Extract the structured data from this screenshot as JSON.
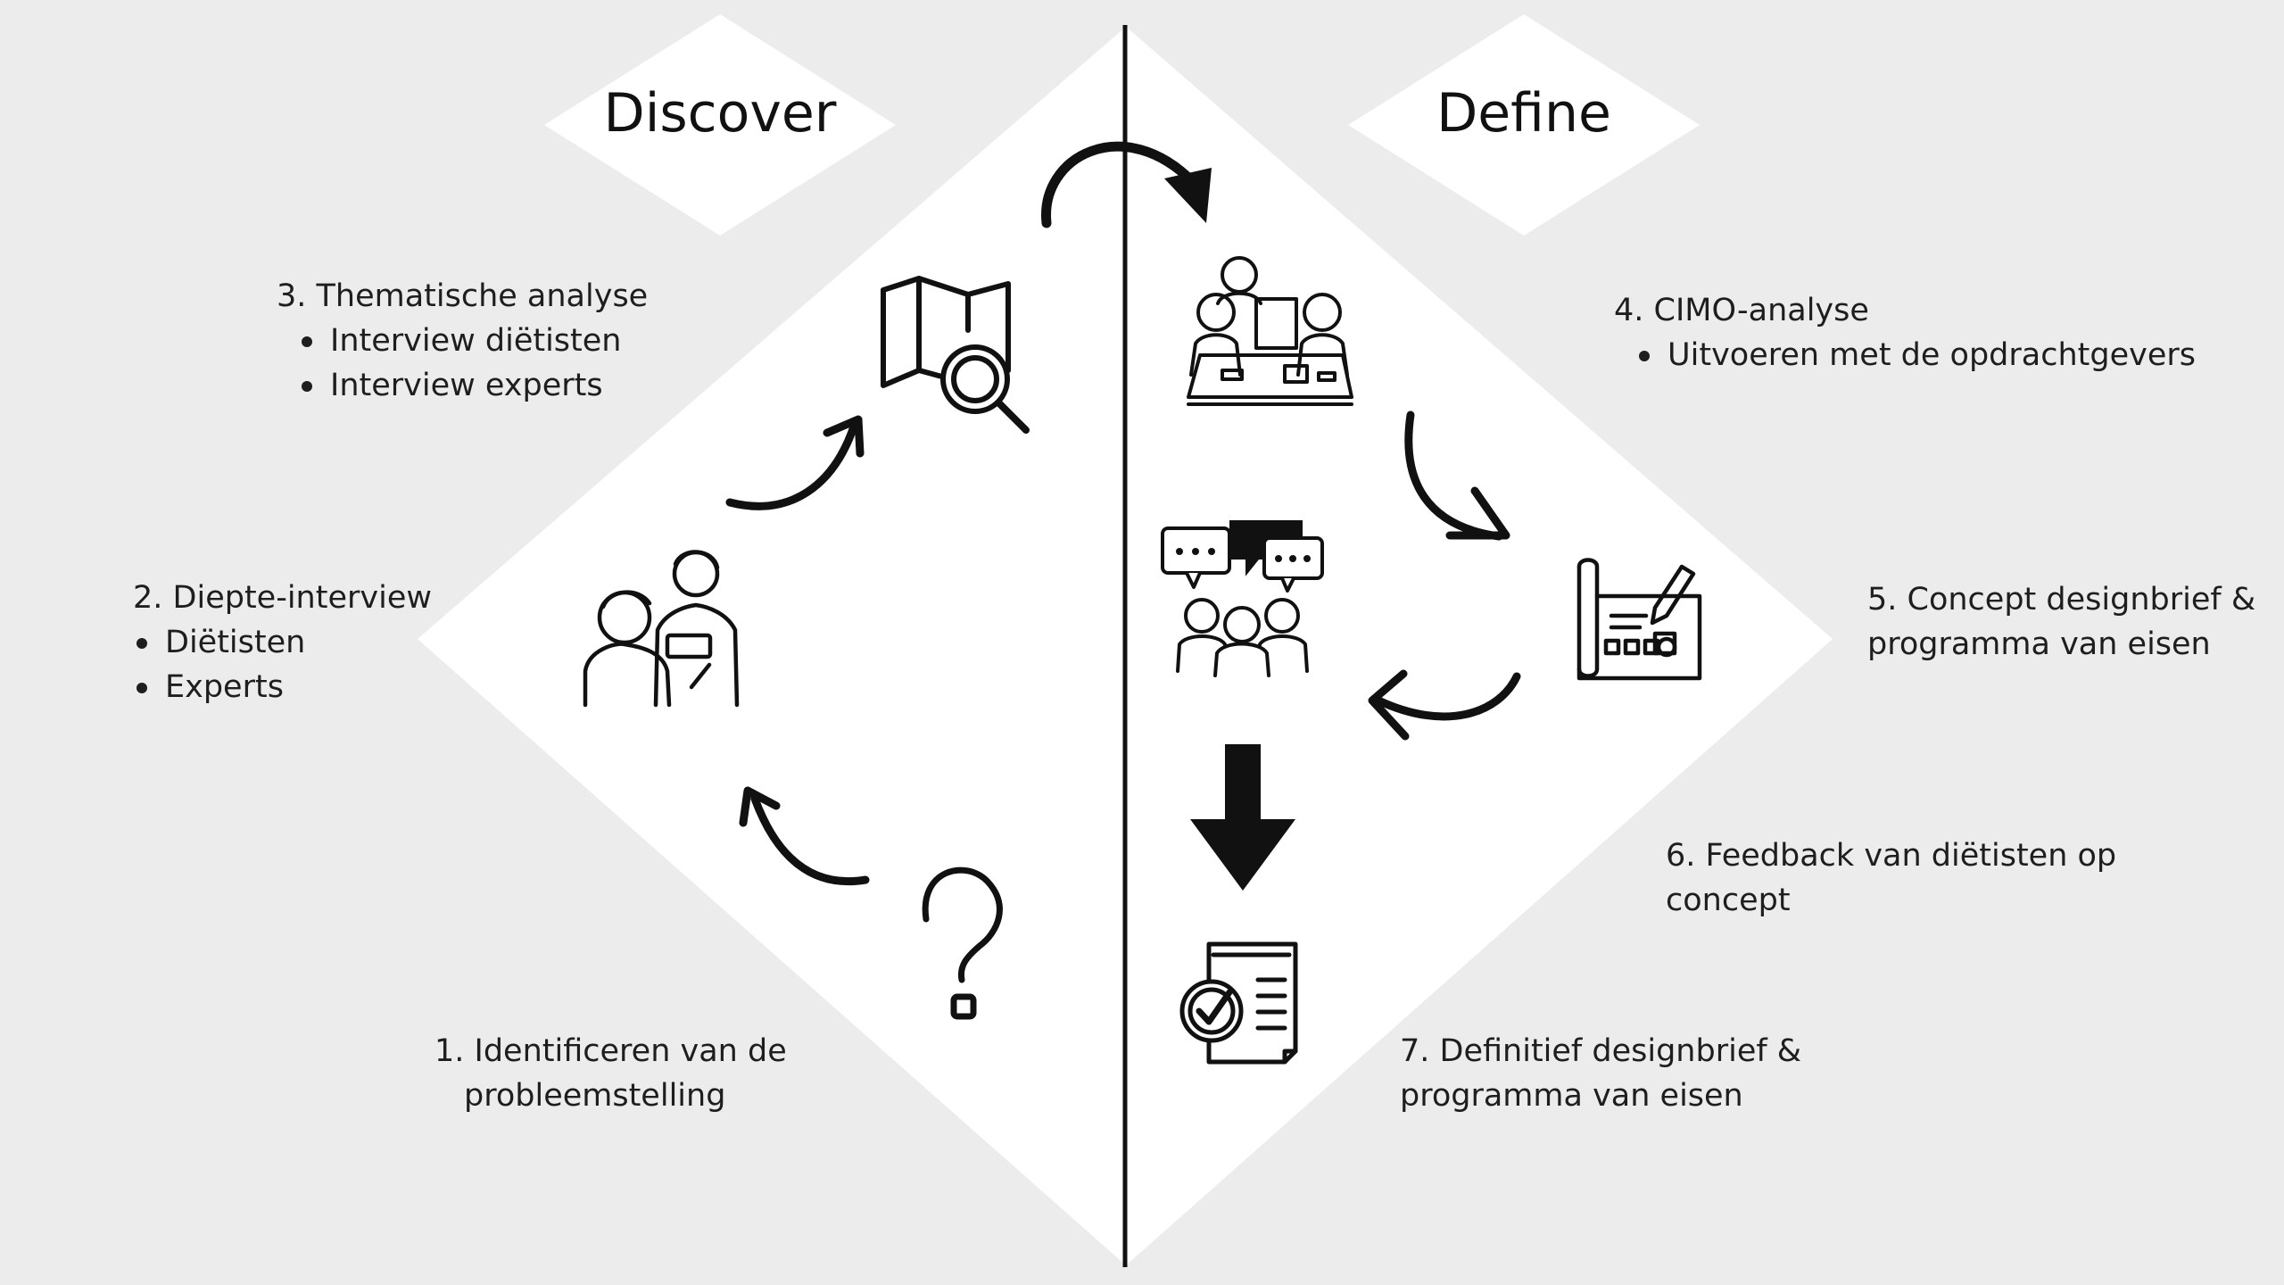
{
  "phases": {
    "discover": "Discover",
    "define": "Define"
  },
  "steps": {
    "step1": {
      "line1": "1.  Identificeren van de",
      "line2": "probleemstelling"
    },
    "step2": {
      "title": "2. Diepte-interview",
      "bullets": [
        "Diëtisten",
        "Experts"
      ]
    },
    "step3": {
      "title": "3. Thematische analyse",
      "bullets": [
        "Interview diëtisten",
        "Interview experts"
      ]
    },
    "step4": {
      "title": "4. CIMO-analyse",
      "bullets": [
        "Uitvoeren met de opdrachtgevers"
      ]
    },
    "step5": {
      "line1": "5. Concept designbrief &",
      "line2": "programma van eisen"
    },
    "step6": {
      "line1": "6. Feedback van diëtisten op",
      "line2": "concept"
    },
    "step7": {
      "line1": "7. Definitief designbrief &",
      "line2": "programma van eisen"
    }
  },
  "icons": {
    "step1": "question-mark-icon",
    "step2": "interview-people-icon",
    "step3": "map-magnifier-icon",
    "step4": "meeting-table-icon",
    "step5": "blueprint-pencil-icon",
    "step6": "group-discussion-icon",
    "step7": "checklist-document-icon"
  },
  "colors": {
    "background": "#ececec",
    "diamond": "#ffffff",
    "ink": "#111111"
  }
}
